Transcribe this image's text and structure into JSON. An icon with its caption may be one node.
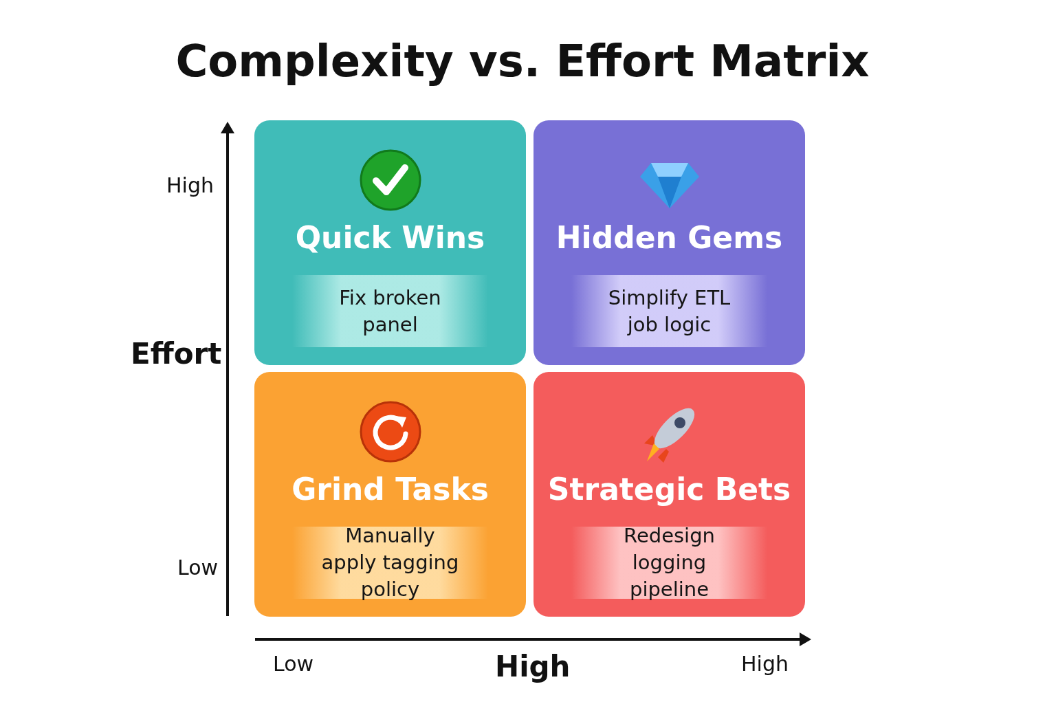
{
  "diagram": {
    "title": "Complexity vs. Effort Matrix",
    "nodes": [
      {
        "text": [
          "Quick Wins",
          "Fix broken panel"
        ]
      },
      {
        "text": [
          "Hidden Gems",
          "Simplify ETL job logic"
        ]
      },
      {
        "text": [
          "Grind Tasks",
          "Manually apply tagging policy"
        ]
      },
      {
        "text": [
          "Strategic Bets",
          "Redesign logging pipeline"
        ]
      }
    ],
    "labels": [
      "High",
      "Effort",
      "Low",
      "Low",
      "High",
      "High"
    ]
  }
}
